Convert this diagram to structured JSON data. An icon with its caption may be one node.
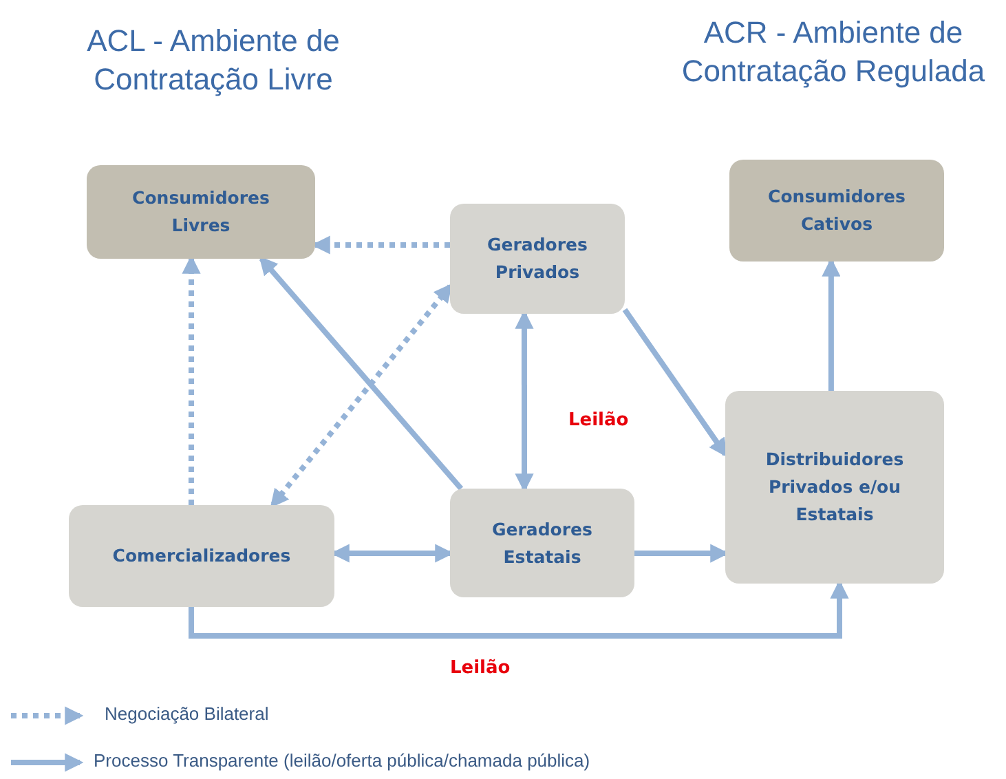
{
  "diagram": {
    "nodes": [
      {
        "text": [
          "Consumidores Livres"
        ]
      },
      {
        "text": [
          "Geradores Privados"
        ]
      },
      {
        "text": [
          "Consumidores Cativos"
        ]
      },
      {
        "text": [
          "Comercializadores"
        ]
      },
      {
        "text": [
          "Geradores Estatais"
        ]
      },
      {
        "text": [
          "Distribuidores Privados e/ou Estatais"
        ]
      }
    ],
    "edges": [
      {
        "from": 1,
        "to": 0,
        "arrow": "to",
        "style": "dashed"
      },
      {
        "from": 3,
        "to": 0,
        "arrow": "to",
        "style": "dashed"
      },
      {
        "from": 1,
        "to": 3,
        "arrow": "both",
        "style": "dashed"
      },
      {
        "from": 4,
        "to": 0,
        "arrow": "to"
      },
      {
        "from": 1,
        "to": 4,
        "arrow": "both",
        "label": "Leilão"
      },
      {
        "from": 1,
        "to": 5,
        "arrow": "to"
      },
      {
        "from": 5,
        "to": 2,
        "arrow": "to"
      },
      {
        "from": 3,
        "to": 4,
        "arrow": "both"
      },
      {
        "from": 4,
        "to": 5,
        "arrow": "to"
      },
      {
        "from": 3,
        "to": 5,
        "arrow": "to",
        "label": "Leilão"
      }
    ],
    "labels": [
      "ACL - Ambiente de Contratação Livre",
      "ACR - Ambiente de Contratação Regulada"
    ],
    "legend": [
      {
        "text": "Negociação Bilateral"
      },
      {
        "text": "Processo Transparente (leilão/oferta pública/chamada pública)"
      }
    ]
  }
}
